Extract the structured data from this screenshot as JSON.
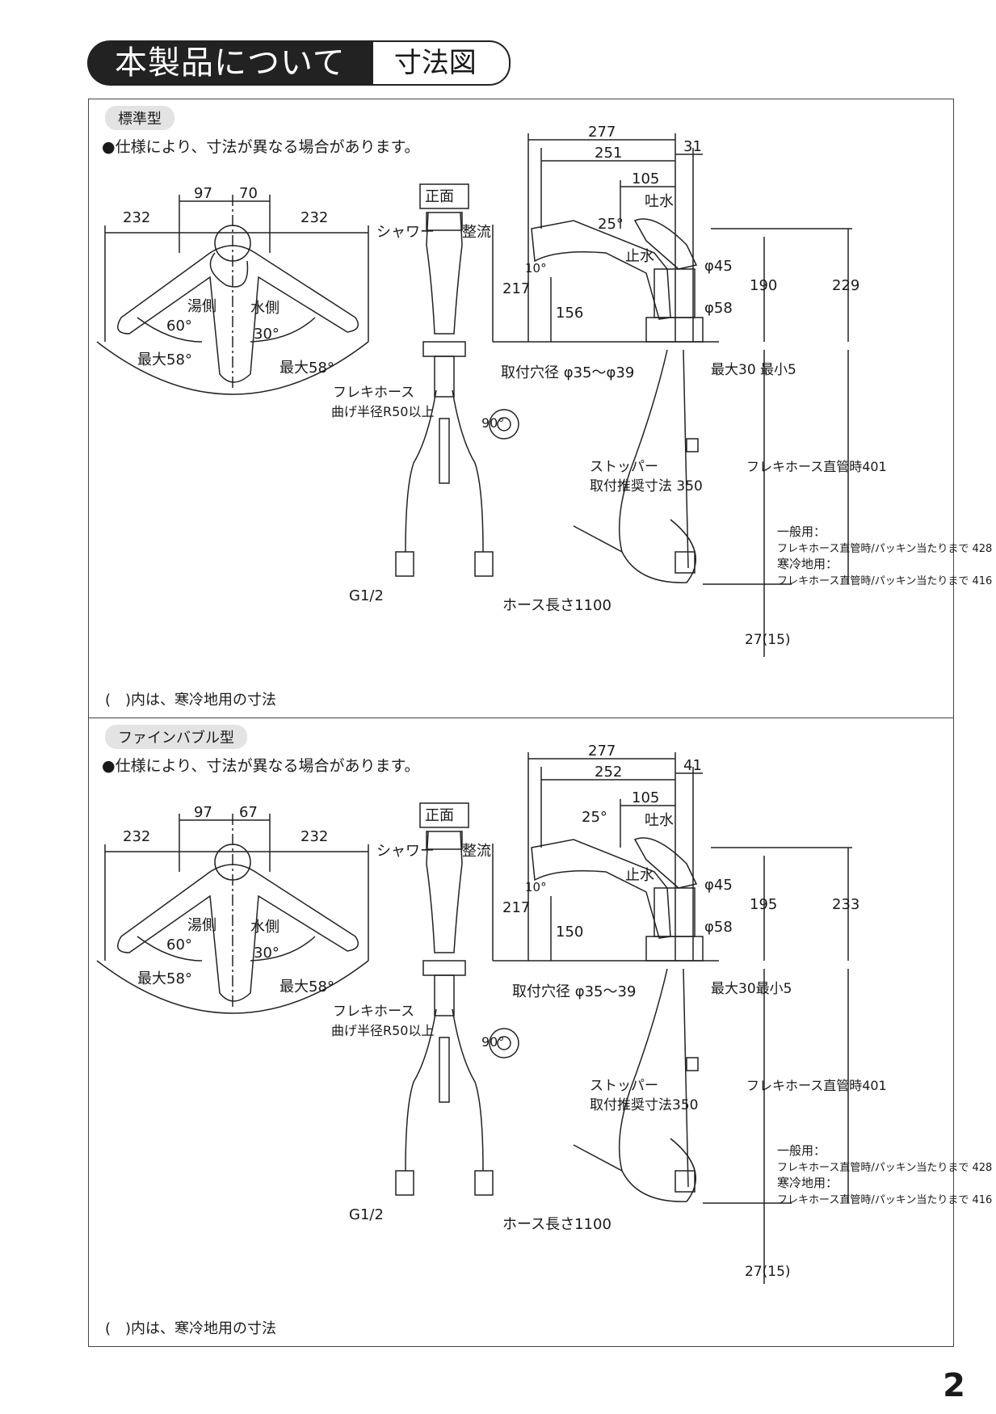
{
  "header": {
    "title": "本製品について",
    "subtitle": "寸法図"
  },
  "page_number": "2",
  "panels": [
    {
      "type_label": "標準型",
      "note": "●仕様により、寸法が異なる場合があります。",
      "footnote": "(　)内は、寒冷地用の寸法",
      "top_view": {
        "w_left": "232",
        "w_right": "232",
        "d1": "97",
        "d2": "70",
        "hot": "湯側",
        "cold": "水側",
        "a60": "60°",
        "a30": "30°",
        "max_l": "最大58°",
        "max_r": "最大58°"
      },
      "front_view": {
        "title": "正面",
        "shower": "シャワー",
        "straight": "整流",
        "hose": "フレキホース",
        "bend": "曲げ半径R50以上",
        "a90": "90°",
        "g": "G1/2"
      },
      "side_view": {
        "d277": "277",
        "d251": "251",
        "d31": "31",
        "d105": "105",
        "spout": "吐水",
        "a25": "25°",
        "a10": "10°",
        "stop": "止水",
        "phi45": "φ45",
        "phi58": "φ58",
        "d217": "217",
        "d156": "156",
        "d190": "190",
        "d229": "229",
        "hole": "取付穴径 φ35〜φ39",
        "max30": "最大30 最小5",
        "stopper": "ストッパー",
        "stopper2": "取付推奨寸法 350",
        "flex401": "フレキホース直管時401",
        "hose_len": "ホース長さ1100",
        "d27": "27(15)",
        "general": "一般用：",
        "general2": "フレキホース直管時/パッキン当たりまで 428",
        "cold": "寒冷地用：",
        "cold2": "フレキホース直管時/パッキン当たりまで 416"
      }
    },
    {
      "type_label": "ファインバブル型",
      "note": "●仕様により、寸法が異なる場合があります。",
      "footnote": "(　)内は、寒冷地用の寸法",
      "top_view": {
        "w_left": "232",
        "w_right": "232",
        "d1": "97",
        "d2": "67",
        "hot": "湯側",
        "cold": "水側",
        "a60": "60°",
        "a30": "30°",
        "max_l": "最大58°",
        "max_r": "最大58°"
      },
      "front_view": {
        "title": "正面",
        "shower": "シャワー",
        "straight": "整流",
        "hose": "フレキホース",
        "bend": "曲げ半径R50以上",
        "a90": "90°",
        "g": "G1/2"
      },
      "side_view": {
        "d277": "277",
        "d251": "252",
        "d31": "41",
        "d105": "105",
        "spout": "吐水",
        "a25": "25°",
        "a10": "10°",
        "stop": "止水",
        "phi45": "φ45",
        "phi58": "φ58",
        "d217": "217",
        "d156": "150",
        "d190": "195",
        "d229": "233",
        "hole": "取付穴径 φ35〜39",
        "max30": "最大30最小5",
        "stopper": "ストッパー",
        "stopper2": "取付推奨寸法350",
        "flex401": "フレキホース直管時401",
        "hose_len": "ホース長さ1100",
        "d27": "27(15)",
        "general": "一般用：",
        "general2": "フレキホース直管時/パッキン当たりまで 428",
        "cold": "寒冷地用：",
        "cold2": "フレキホース直管時/パッキン当たりまで 416"
      }
    }
  ]
}
